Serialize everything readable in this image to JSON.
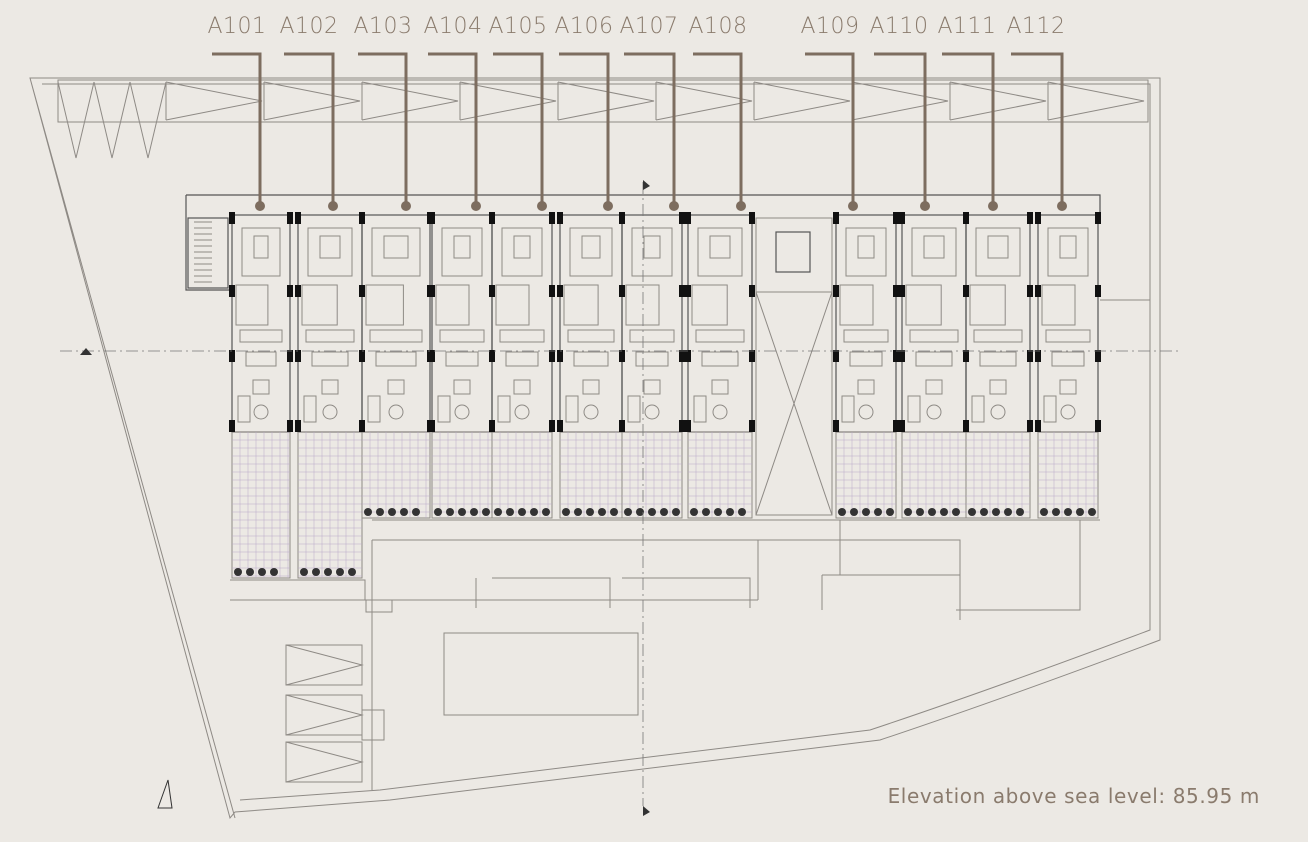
{
  "units": [
    {
      "label": "A101",
      "color": "#ebe0f2"
    },
    {
      "label": "A102",
      "color": "#dcedf1"
    },
    {
      "label": "A103",
      "color": "#e7f0dc"
    },
    {
      "label": "A104",
      "color": "#dde3f4"
    },
    {
      "label": "A105",
      "color": "#f2e4e3"
    },
    {
      "label": "A106",
      "color": "#ebe0f2"
    },
    {
      "label": "A107",
      "color": "#e7f0dc"
    },
    {
      "label": "A108",
      "color": "#dcedf1"
    },
    {
      "label": "A109",
      "color": "#e7f0dc"
    },
    {
      "label": "A110",
      "color": "#dde3f4"
    },
    {
      "label": "A111",
      "color": "#f2e4e3"
    },
    {
      "label": "A112",
      "color": "#ebe0f2"
    }
  ],
  "elevation": "Elevation above sea level: 85.95 m",
  "colors": {
    "leader": "#7d6d5f",
    "label": "#8a7b6d",
    "background": "#ece9e4"
  }
}
